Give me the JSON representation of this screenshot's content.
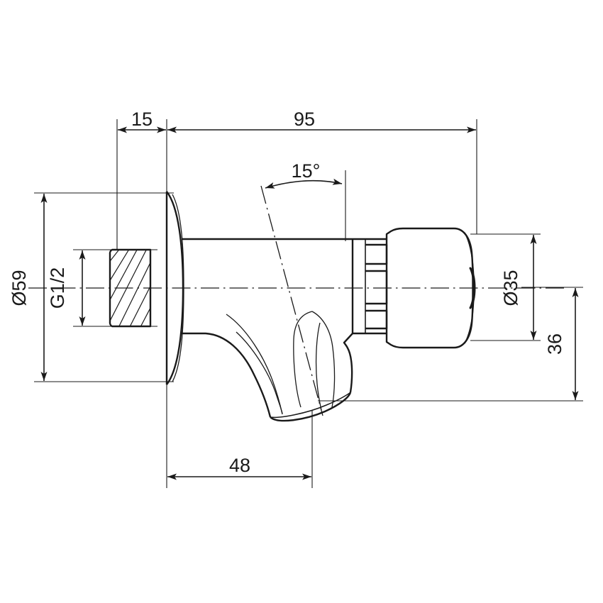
{
  "drawing": {
    "title": "Wall-mounted bib tap technical drawing",
    "type": "engineering-orthographic-section",
    "background_color": "#ffffff",
    "line_color": "#1a1a1a",
    "units": "mm"
  },
  "dimensions": {
    "flange_projection": "15",
    "overall_length": "95",
    "spout_reach": "48",
    "escutcheon_diameter": "Ø59",
    "thread_size": "G1/2",
    "handle_diameter": "Ø35",
    "spout_height": "36",
    "spout_angle": "15°"
  },
  "labels": [
    {
      "key": "flange_projection",
      "text": "15",
      "orientation": "horizontal",
      "position": "top-left"
    },
    {
      "key": "overall_length",
      "text": "95",
      "orientation": "horizontal",
      "position": "top-center"
    },
    {
      "key": "spout_angle",
      "text": "15°",
      "orientation": "horizontal",
      "position": "upper-middle"
    },
    {
      "key": "escutcheon_diameter",
      "text": "Ø59",
      "orientation": "vertical",
      "position": "left-outer"
    },
    {
      "key": "thread_size",
      "text": "G1/2",
      "orientation": "vertical",
      "position": "left-inner"
    },
    {
      "key": "handle_diameter",
      "text": "Ø35",
      "orientation": "vertical",
      "position": "right-inner"
    },
    {
      "key": "spout_height",
      "text": "36",
      "orientation": "vertical",
      "position": "right-outer"
    },
    {
      "key": "spout_reach",
      "text": "48",
      "orientation": "horizontal",
      "position": "bottom-center"
    }
  ],
  "parts": [
    {
      "name": "threaded-nipple",
      "note": "G1/2 male thread, section hatched"
    },
    {
      "name": "wall-escutcheon",
      "note": "domed cover flange Ø59"
    },
    {
      "name": "body-barrel",
      "note": "cylindrical valve body"
    },
    {
      "name": "spout",
      "note": "downturned spout inclined 15°"
    },
    {
      "name": "bonnet",
      "note": "stepped valve bonnet with three grooves"
    },
    {
      "name": "handle-knob",
      "note": "tapered knob Ø35"
    }
  ]
}
